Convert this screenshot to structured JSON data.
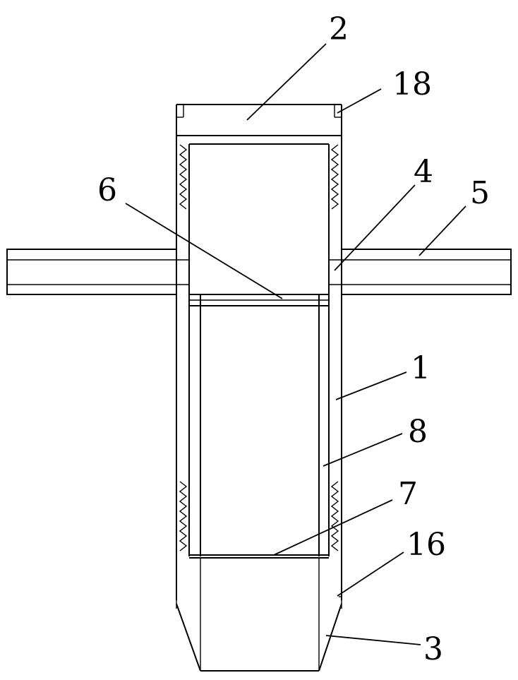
{
  "drawing": {
    "callouts": {
      "c2": "2",
      "c18": "18",
      "c4": "4",
      "c5": "5",
      "c6": "6",
      "c1": "1",
      "c8": "8",
      "c7": "7",
      "c16": "16",
      "c3": "3"
    }
  }
}
